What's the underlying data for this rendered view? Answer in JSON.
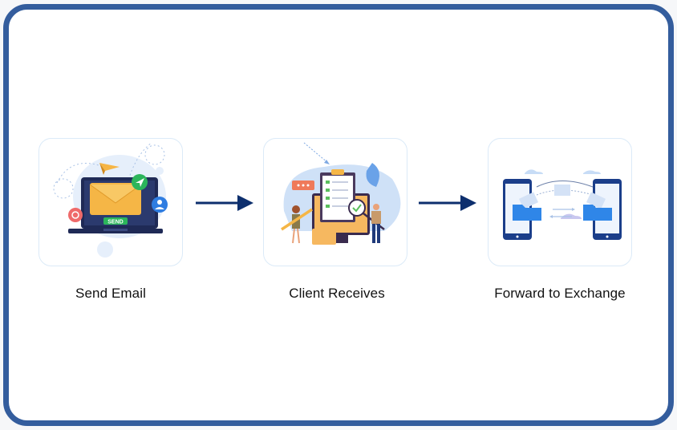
{
  "diagram": {
    "type": "flow",
    "direction": "left-to-right",
    "steps": [
      {
        "label": "Send Email",
        "illustration": "laptop-envelope-icon",
        "button_text": "SEND"
      },
      {
        "label": "Client Receives",
        "illustration": "clipboard-checklist-icon"
      },
      {
        "label": "Forward to Exchange",
        "illustration": "phone-folder-transfer-icon"
      }
    ],
    "connectors": [
      {
        "from": "Send Email",
        "to": "Client Receives",
        "icon": "arrow-right-icon"
      },
      {
        "from": "Client Receives",
        "to": "Forward to Exchange",
        "icon": "arrow-right-icon"
      }
    ]
  },
  "colors": {
    "frame_border": "#345d9d",
    "arrow": "#0d2f6e",
    "card_border": "#dbeaf8",
    "text": "#111111"
  }
}
